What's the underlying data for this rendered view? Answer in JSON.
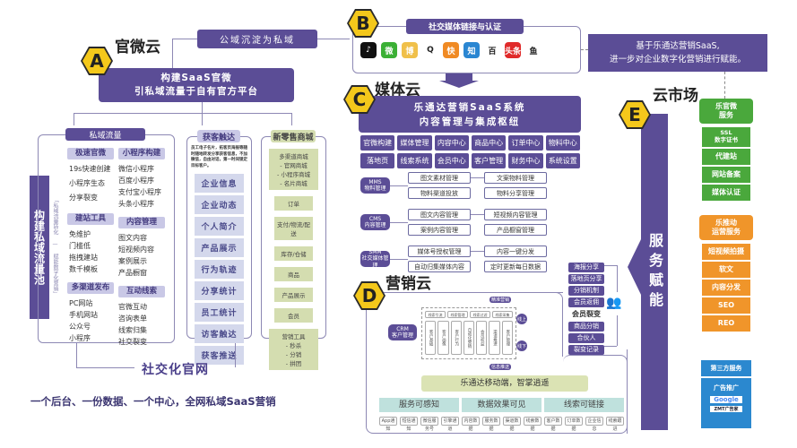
{
  "A": {
    "letter": "A",
    "cloud": "官微云",
    "public_to_private": "公域沉淀为私域",
    "title_line1": "构建SaaS官微",
    "title_line2": "引私域流量于自有官方平台",
    "side_bar": "构建私域流量池",
    "side_note": "「私域流量转化 — 赋能数字化营销」",
    "private_traffic": {
      "header": "私域流量",
      "groups_left": [
        {
          "title": "极速官微",
          "items": [
            "19s快速创建",
            "小程序生态",
            "分享裂变"
          ]
        },
        {
          "title": "建站工具",
          "items": [
            "免维护",
            "门槛低",
            "拖拽建站",
            "数千模板"
          ]
        },
        {
          "title": "多渠道发布",
          "items": [
            "PC网站",
            "手机网站",
            "公众号",
            "小程序"
          ]
        }
      ],
      "groups_right": [
        {
          "title": "小程序构建",
          "items": [
            "微信小程序",
            "百度小程序",
            "支付宝小程序",
            "头条小程序"
          ]
        },
        {
          "title": "内容管理",
          "items": [
            "图文内容",
            "短视频内容",
            "案例展示",
            "产品橱窗"
          ]
        },
        {
          "title": "互动线索",
          "items": [
            "官微互动",
            "咨询表单",
            "线索归集",
            "社交裂变"
          ]
        }
      ]
    },
    "acquire": {
      "header": "获客触达",
      "desc": "员工电子名片，拓客页海报等随时随地转发分享获客信息，不加微信，自由对话，第一时间锁定目标客户。",
      "items": [
        "企业信息",
        "企业动态",
        "个人简介",
        "产品展示",
        "行为轨迹",
        "分享统计",
        "员工统计",
        "访客触达",
        "获客推送"
      ]
    },
    "mall": {
      "header": "新零售商城",
      "items": [
        "多渠道商城\n- 官网商城\n- 小程序商城\n- 名片商城",
        "订单",
        "支付/物流/配送",
        "库存/仓储",
        "商品",
        "产品展示",
        "会员",
        "营销工具\n- 秒杀\n- 分销\n- 拼团"
      ]
    },
    "social_site": "社交化官网",
    "slogan": "一个后台、一份数据、一个中心，全网私域SaaS营销"
  },
  "B": {
    "letter": "B",
    "header": "社交媒体链接与认证",
    "icons": [
      {
        "name": "douyin",
        "label": "♪",
        "color": "#111111"
      },
      {
        "name": "wechat",
        "label": "微",
        "color": "#3bb035"
      },
      {
        "name": "weibo",
        "label": "博",
        "color": "#f0c04a"
      },
      {
        "name": "qq",
        "label": "Q",
        "color": "#ffffff"
      },
      {
        "name": "kuaishou",
        "label": "快",
        "color": "#f08a24"
      },
      {
        "name": "zhihu",
        "label": "知",
        "color": "#2a86d2"
      },
      {
        "name": "baijiahao",
        "label": "百",
        "color": "#ffffff"
      },
      {
        "name": "toutiao",
        "label": "头条",
        "color": "#e02a2a"
      },
      {
        "name": "dayu",
        "label": "鱼",
        "color": "#ffffff"
      }
    ]
  },
  "note": {
    "line1": "基于乐通达营销SaaS,",
    "line2": "进一步对企业数字化营销进行赋能。"
  },
  "C": {
    "letter": "C",
    "cloud": "媒体云",
    "title_line1": "乐通达营销SaaS系统",
    "title_line2": "内容管理与集成枢纽",
    "grid": [
      "官微构建",
      "媒体管理",
      "内容中心",
      "商品中心",
      "订单中心",
      "物料中心",
      "落地页",
      "线索系统",
      "会员中心",
      "客户管理",
      "财务中心",
      "系统设置"
    ],
    "modules": [
      {
        "name": "MMS\n物料管理",
        "items": [
          "图文素材管理",
          "文案物料管理",
          "物料渠道投放",
          "物料分享管理"
        ]
      },
      {
        "name": "CMS\n内容管理",
        "items": [
          "图文内容管理",
          "短视频内容管理",
          "案例内容管理",
          "产品橱窗管理"
        ]
      },
      {
        "name": "SMM\n社交媒体管理",
        "items": [
          "媒体号授权管理",
          "内容一键分发",
          "自动归集媒体内容",
          "定时更新每日数据"
        ]
      }
    ]
  },
  "member": {
    "items_top": [
      "海报分享",
      "落地页分享",
      "分销机制",
      "会员返佣"
    ],
    "center": "会员裂变",
    "items_bottom": [
      "商品分销",
      "合伙人",
      "裂变记录"
    ]
  },
  "D": {
    "letter": "D",
    "cloud": "营销云",
    "crm": "CRM\n客户管理",
    "top_tag": "精准营销",
    "bottom_tag": "信息推送",
    "online": "线上",
    "offline": "线下",
    "row": [
      "线索引流",
      "线索管理",
      "线索过滤",
      "线索采集"
    ],
    "cols": [
      "客户基础",
      "客户画像",
      "客户行为",
      "自动化营销",
      "会员权益",
      "渠道推进",
      "客户管理"
    ],
    "mobile": "乐通达移动端，智掌逍遥",
    "pillars": [
      "服务可感知",
      "数据效果可见",
      "线索可链接"
    ],
    "small": [
      "App通知",
      "短信通知",
      "微信服务号",
      "引擎通道",
      "内容数据",
      "服务数据",
      "渠道数据",
      "线索数据",
      "客户数据",
      "订单数据",
      "企业信息",
      "线索跟进"
    ]
  },
  "E": {
    "letter": "E",
    "cloud": "云市场",
    "bar": "服务赋能",
    "green": {
      "color": "#4aa83c",
      "title": "乐官微\n服务",
      "items": [
        "SSL\n数字证书",
        "代建站",
        "网站备案",
        "媒体认证"
      ]
    },
    "orange": {
      "color": "#f0952a",
      "title": "乐推动\n运营服务",
      "items": [
        "短视频拍摄",
        "软文",
        "内容分发",
        "SEO",
        "REO"
      ]
    },
    "blue": {
      "color": "#2b88cf",
      "title": "第三方服务",
      "sub": "广告推广",
      "logos": [
        "Google",
        "ZMT广告家"
      ]
    }
  }
}
